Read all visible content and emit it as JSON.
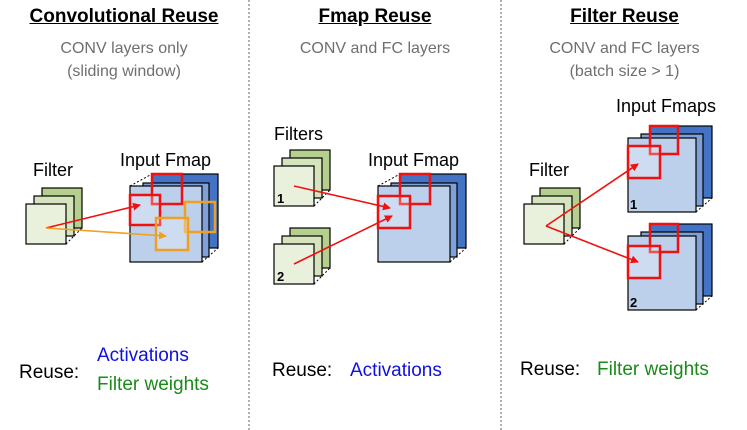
{
  "panels": [
    {
      "title": "Convolutional Reuse",
      "subtitle_lines": [
        "CONV layers only",
        "(sliding window)"
      ],
      "labels": {
        "filter": "Filter",
        "input": "Input Fmap"
      },
      "reuse_label": "Reuse:",
      "reuse_items": [
        "Activations",
        "Filter weights"
      ]
    },
    {
      "title": "Fmap Reuse",
      "subtitle_lines": [
        "CONV and FC layers"
      ],
      "labels": {
        "filters": "Filters",
        "input": "Input Fmap",
        "filter_1": "1",
        "filter_2": "2"
      },
      "reuse_label": "Reuse:",
      "reuse_items": [
        "Activations"
      ]
    },
    {
      "title": "Filter Reuse",
      "subtitle_lines": [
        "CONV and FC layers",
        "(batch size > 1)"
      ],
      "labels": {
        "filter": "Filter",
        "input": "Input Fmaps",
        "fmap_1": "1",
        "fmap_2": "2"
      },
      "reuse_label": "Reuse:",
      "reuse_items": [
        "Filter weights"
      ]
    }
  ],
  "colors": {
    "activation_text": "#1010e0",
    "weight_text": "#1a8a1a",
    "fmap_blue": "#4472c4",
    "fmap_light": "#bcd0ec",
    "filter_green": "#b5cf8e",
    "filter_light": "#e9f1dd",
    "window_red": "#ee1111",
    "window_orange": "#f0a020"
  }
}
